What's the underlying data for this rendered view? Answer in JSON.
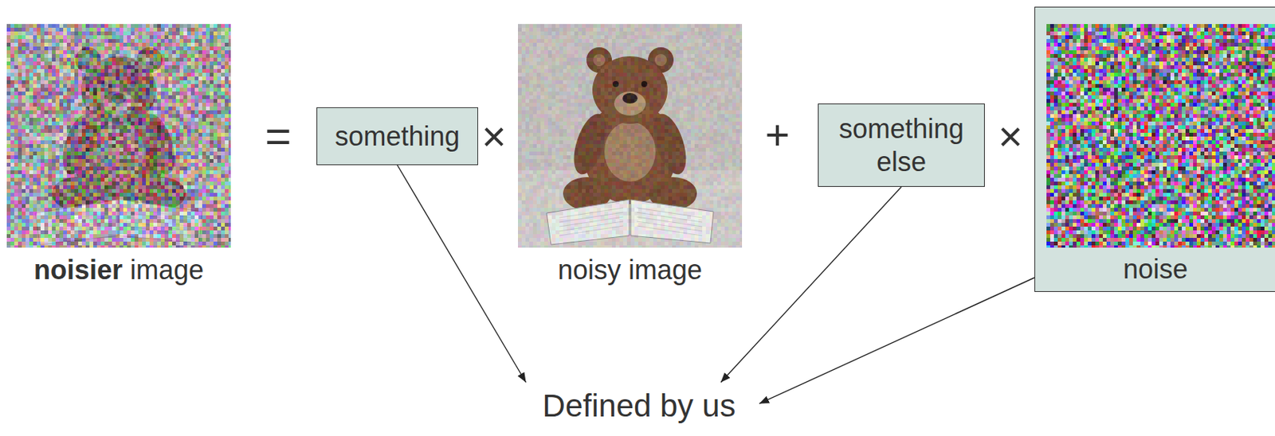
{
  "diagram": {
    "nodes": [
      {
        "text": [
          "something"
        ]
      },
      {
        "text": [
          "something else"
        ]
      },
      {
        "text": [
          "noise"
        ]
      },
      {
        "text": [
          "Defined by us"
        ]
      }
    ],
    "edges": [
      {
        "from": 0,
        "to": 3,
        "arrow": "to"
      },
      {
        "from": 1,
        "to": 3,
        "arrow": "to"
      },
      {
        "from": 2,
        "to": 3,
        "arrow": "to"
      }
    ],
    "labels": [
      "noisier",
      "image",
      "noisy image",
      "=",
      "×",
      "+",
      "×"
    ]
  }
}
